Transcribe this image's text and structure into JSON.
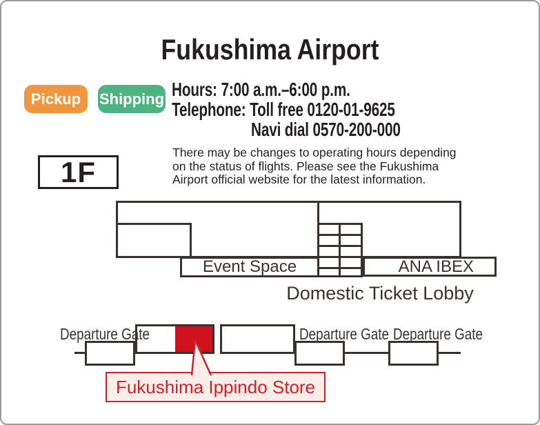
{
  "page": {
    "title": "Fukushima Airport"
  },
  "badges": [
    {
      "label": "Pickup",
      "color": "#f0963e"
    },
    {
      "label": "Shipping",
      "color": "#4eb383"
    }
  ],
  "info": {
    "hours": "Hours: 7:00 a.m.–6:00 p.m.",
    "telephone": "Telephone: Toll free 0120-01-9625",
    "navi_dial": "Navi dial 0570-200-000",
    "disclaimer_lines": [
      "There may be changes to operating hours depending",
      "on the status of flights. Please see the Fukushima",
      "Airport official website for the latest information."
    ]
  },
  "floor": {
    "label": "1F"
  },
  "map": {
    "areas": {
      "event_space": "Event Space",
      "ana_ibex": "ANA IBEX",
      "domestic_ticket_lobby": "Domestic Ticket Lobby"
    },
    "departure_gates": [
      "Departure Gate",
      "Departure Gate",
      "Departure Gate"
    ],
    "store_callout": {
      "label": "Fukushima Ippindo Store"
    },
    "colors": {
      "map_line": "#3a302d",
      "store_red": "#d0121f",
      "callout_red": "#cb2127",
      "callout_bg": "#fbeee9"
    }
  }
}
